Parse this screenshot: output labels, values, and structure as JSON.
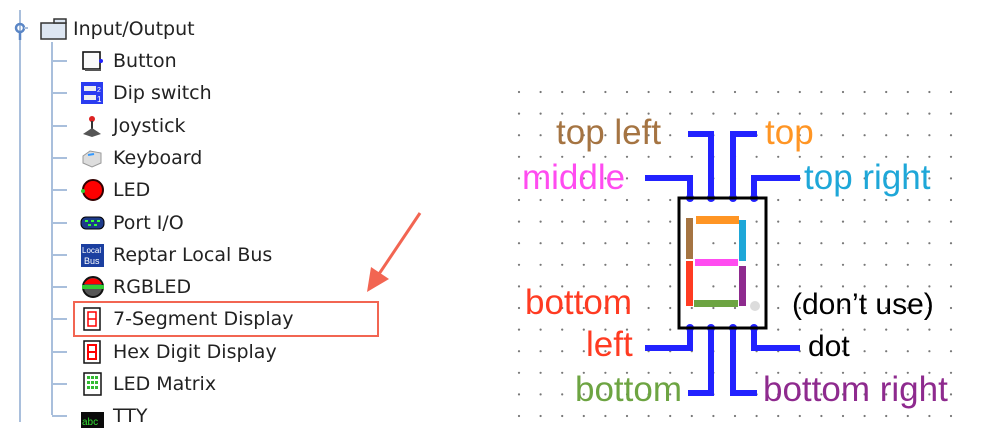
{
  "tree": {
    "group_label": "Input/Output",
    "items": [
      {
        "label": "Button",
        "icon": "button-icon"
      },
      {
        "label": "Dip switch",
        "icon": "dip-switch-icon"
      },
      {
        "label": "Joystick",
        "icon": "joystick-icon"
      },
      {
        "label": "Keyboard",
        "icon": "keyboard-icon"
      },
      {
        "label": "LED",
        "icon": "led-icon"
      },
      {
        "label": "Port I/O",
        "icon": "port-io-icon"
      },
      {
        "label": "Reptar Local Bus",
        "icon": "local-bus-icon"
      },
      {
        "label": "RGBLED",
        "icon": "rgbled-icon"
      },
      {
        "label": "7-Segment Display",
        "icon": "seven-segment-icon"
      },
      {
        "label": "Hex Digit Display",
        "icon": "hex-digit-icon"
      },
      {
        "label": "LED Matrix",
        "icon": "led-matrix-icon"
      },
      {
        "label": "TTY",
        "icon": "tty-icon"
      }
    ],
    "highlighted_index": 8
  },
  "diagram": {
    "labels": {
      "top_left": "top left",
      "top": "top",
      "middle": "middle",
      "top_right": "top right",
      "bottom_left_1": "bottom",
      "bottom_left_2": "left",
      "bottom": "bottom",
      "bottom_right": "bottom right",
      "dont_use": "(don’t use)",
      "dot": "dot"
    },
    "colors": {
      "top_left": "#a57442",
      "top": "#ff9524",
      "middle": "#ff4cf0",
      "top_right": "#1ea7d8",
      "bottom_left": "#ff3b22",
      "bottom": "#6da442",
      "bottom_right": "#8e2a8e",
      "dot": "#000000",
      "pin": "#2222ff",
      "highlight": "#f26552"
    }
  },
  "labels_src": "labels"
}
